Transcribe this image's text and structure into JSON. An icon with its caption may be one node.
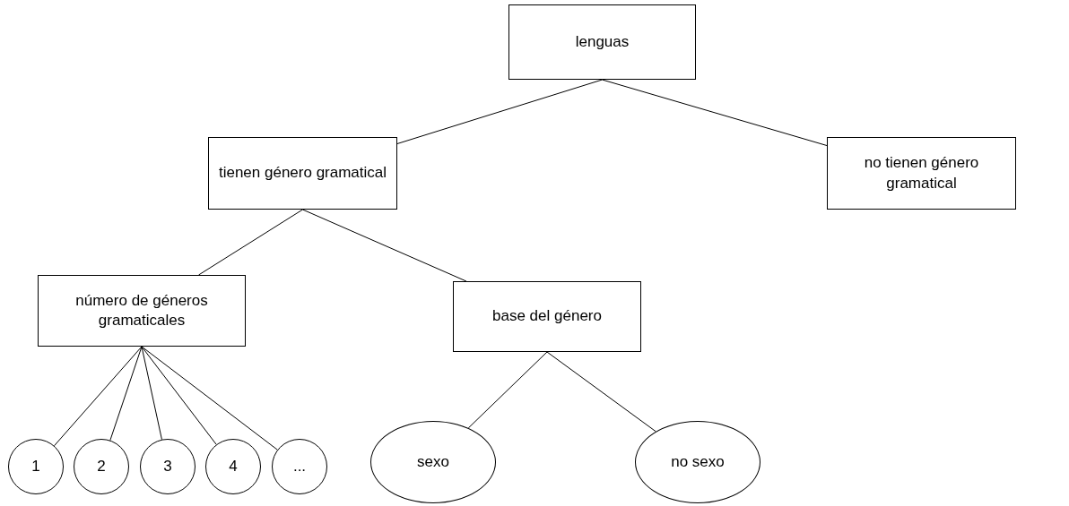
{
  "diagram": {
    "nodes": [
      {
        "text": [
          "lenguas"
        ]
      },
      {
        "text": [
          "tienen género gramatical"
        ]
      },
      {
        "text": [
          "no tienen género gramatical"
        ]
      },
      {
        "text": [
          "número de géneros gramaticales"
        ]
      },
      {
        "text": [
          "base del género"
        ]
      },
      {
        "text": [
          "1"
        ]
      },
      {
        "text": [
          "2"
        ]
      },
      {
        "text": [
          "3"
        ]
      },
      {
        "text": [
          "4"
        ]
      },
      {
        "text": [
          "..."
        ]
      },
      {
        "text": [
          "sexo"
        ]
      },
      {
        "text": [
          "no sexo"
        ]
      }
    ],
    "edges": [
      {
        "from": 0,
        "to": 1,
        "arrow": "none"
      },
      {
        "from": 0,
        "to": 2,
        "arrow": "none"
      },
      {
        "from": 1,
        "to": 3,
        "arrow": "none"
      },
      {
        "from": 1,
        "to": 4,
        "arrow": "none"
      },
      {
        "from": 3,
        "to": 5,
        "arrow": "none"
      },
      {
        "from": 3,
        "to": 6,
        "arrow": "none"
      },
      {
        "from": 3,
        "to": 7,
        "arrow": "none"
      },
      {
        "from": 3,
        "to": 8,
        "arrow": "none"
      },
      {
        "from": 3,
        "to": 9,
        "arrow": "none"
      },
      {
        "from": 4,
        "to": 10,
        "arrow": "none"
      },
      {
        "from": 4,
        "to": 11,
        "arrow": "none"
      }
    ]
  }
}
